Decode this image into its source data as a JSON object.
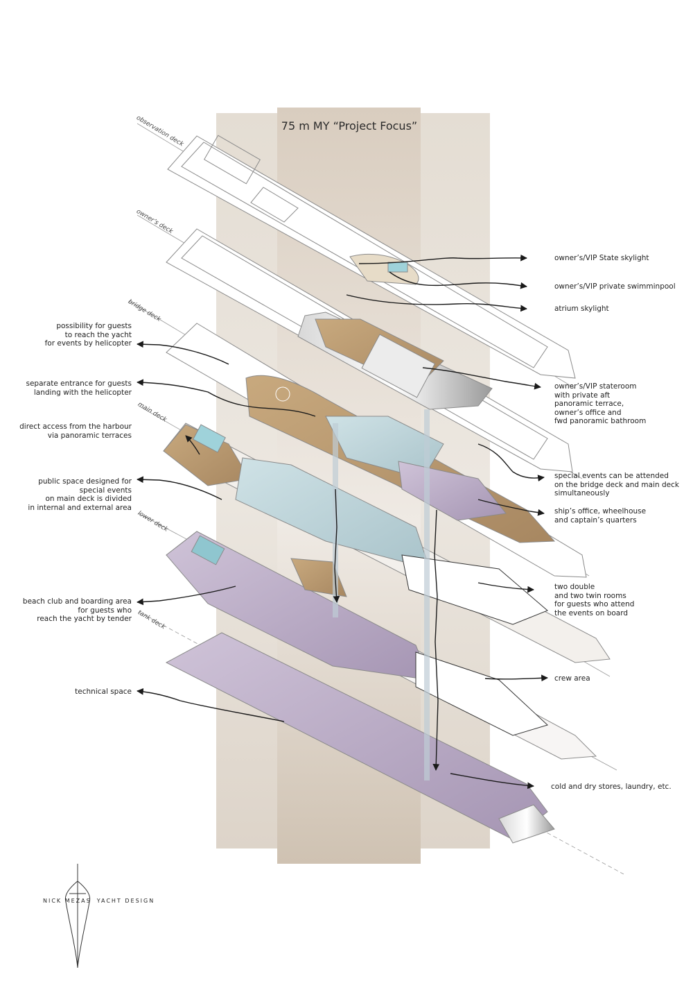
{
  "title": "75 m MY “Project Focus”",
  "decks": [
    {
      "name": "observation deck"
    },
    {
      "name": "owner’s deck"
    },
    {
      "name": "bridge deck"
    },
    {
      "name": "main deck"
    },
    {
      "name": "lower deck"
    },
    {
      "name": "tank deck"
    }
  ],
  "annotations_right": [
    {
      "lines": [
        "owner’s/VIP State skylight"
      ]
    },
    {
      "lines": [
        "owner’s/VIP private swimminpool"
      ]
    },
    {
      "lines": [
        "atrium skylight"
      ]
    },
    {
      "lines": [
        "owner’s/VIP stateroom",
        "with private aft",
        "panoramic terrace,",
        "owner’s office and",
        "fwd panoramic bathroom"
      ]
    },
    {
      "lines": [
        "special events can be attended",
        "on the bridge deck and main deck",
        "simultaneously"
      ]
    },
    {
      "lines": [
        "ship’s office, wheelhouse",
        "and captain’s quarters"
      ]
    },
    {
      "lines": [
        "two double",
        "and two twin rooms",
        "for guests who attend",
        "the events on board"
      ]
    },
    {
      "lines": [
        "crew area"
      ]
    },
    {
      "lines": [
        "cold and dry stores, laundry, etc."
      ]
    }
  ],
  "annotations_left": [
    {
      "lines": [
        "possibility for guests",
        "to reach the yacht",
        "for events by helicopter"
      ]
    },
    {
      "lines": [
        "separate entrance for guests",
        "landing with the helicopter"
      ]
    },
    {
      "lines": [
        "direct access from the harbour",
        "via panoramic terraces"
      ]
    },
    {
      "lines": [
        "public space designed for",
        "special events",
        "on main deck is divided",
        "in internal and external area"
      ]
    },
    {
      "lines": [
        "beach club and boarding area",
        "for guests who",
        "reach the yacht by tender"
      ]
    },
    {
      "lines": [
        "technical space"
      ]
    }
  ],
  "brand": {
    "part1": "NICK MEZAS",
    "part2": "YACHT DESIGN"
  },
  "colors": {
    "backdrop": "#e6dfd6",
    "backdrop_center": "#d9cfc2",
    "wood": "#b89a74",
    "glass_blue": "#b9d0d6",
    "lavender": "#b8a9c4",
    "hull_line": "#8a8a8a",
    "arrow": "#1a1a1a"
  }
}
